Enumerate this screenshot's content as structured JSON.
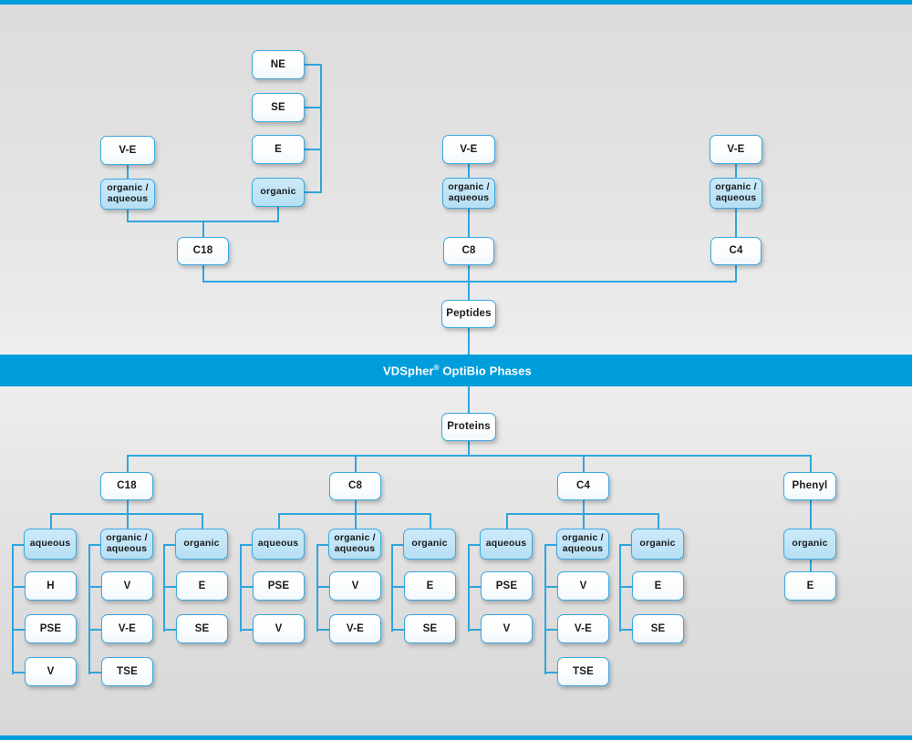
{
  "banner": {
    "brand": "VDSpher",
    "registered_mark": "®",
    "product": " OptiBio Phases",
    "full_text": "VDSpher® OptiBio Phases",
    "color": "#009ddc"
  },
  "colors": {
    "accent_blue": "#009ddc",
    "line_blue": "#2fa5dd",
    "box_border": "#3aa9e0",
    "box_fill_highlight": "#bde3f6",
    "box_fill_plain": "#ffffff",
    "background": "#e4e4e4",
    "text": "#1a1a1a"
  },
  "peptides": {
    "root_label": "Peptides",
    "branches": [
      {
        "phase": "C18",
        "modes": [
          {
            "mode": "organic / aqueous",
            "mode_line1": "organic /",
            "mode_line2": "aqueous",
            "highlight": true,
            "products": [
              "V-E"
            ]
          },
          {
            "mode": "organic",
            "highlight": true,
            "products": [
              "NE",
              "SE",
              "E"
            ]
          }
        ]
      },
      {
        "phase": "C8",
        "modes": [
          {
            "mode": "organic / aqueous",
            "mode_line1": "organic /",
            "mode_line2": "aqueous",
            "highlight": true,
            "products": [
              "V-E"
            ]
          }
        ]
      },
      {
        "phase": "C4",
        "modes": [
          {
            "mode": "organic / aqueous",
            "mode_line1": "organic /",
            "mode_line2": "aqueous",
            "highlight": true,
            "products": [
              "V-E"
            ]
          }
        ]
      }
    ]
  },
  "proteins": {
    "root_label": "Proteins",
    "branches": [
      {
        "phase": "C18",
        "modes": [
          {
            "mode": "aqueous",
            "highlight": true,
            "products": [
              "H",
              "PSE",
              "V"
            ]
          },
          {
            "mode": "organic / aqueous",
            "mode_line1": "organic /",
            "mode_line2": "aqueous",
            "highlight": true,
            "products": [
              "V",
              "V-E",
              "TSE"
            ]
          },
          {
            "mode": "organic",
            "highlight": true,
            "products": [
              "E",
              "SE"
            ]
          }
        ]
      },
      {
        "phase": "C8",
        "modes": [
          {
            "mode": "aqueous",
            "highlight": true,
            "products": [
              "PSE",
              "V"
            ]
          },
          {
            "mode": "organic / aqueous",
            "mode_line1": "organic /",
            "mode_line2": "aqueous",
            "highlight": true,
            "products": [
              "V",
              "V-E"
            ]
          },
          {
            "mode": "organic",
            "highlight": true,
            "products": [
              "E",
              "SE"
            ]
          }
        ]
      },
      {
        "phase": "C4",
        "modes": [
          {
            "mode": "aqueous",
            "highlight": true,
            "products": [
              "PSE",
              "V"
            ]
          },
          {
            "mode": "organic / aqueous",
            "mode_line1": "organic /",
            "mode_line2": "aqueous",
            "highlight": true,
            "products": [
              "V",
              "V-E",
              "TSE"
            ]
          },
          {
            "mode": "organic",
            "highlight": true,
            "products": [
              "E",
              "SE"
            ]
          }
        ]
      },
      {
        "phase": "Phenyl",
        "modes": [
          {
            "mode": "organic",
            "highlight": true,
            "products": [
              "E"
            ]
          }
        ]
      }
    ]
  },
  "nodes": {
    "pep_c18_ve": "V-E",
    "pep_c18_oa_l1": "organic /",
    "pep_c18_oa_l2": "aqueous",
    "pep_c18_ne": "NE",
    "pep_c18_se": "SE",
    "pep_c18_e": "E",
    "pep_c18_org": "organic",
    "pep_c18": "C18",
    "pep_c8_ve": "V-E",
    "pep_c8_oa_l1": "organic /",
    "pep_c8_oa_l2": "aqueous",
    "pep_c8": "C8",
    "pep_c4_ve": "V-E",
    "pep_c4_oa_l1": "organic /",
    "pep_c4_oa_l2": "aqueous",
    "pep_c4": "C4",
    "peptides": "Peptides",
    "proteins": "Proteins",
    "pro_c18": "C18",
    "pro_c8": "C8",
    "pro_c4": "C4",
    "pro_phenyl": "Phenyl",
    "aqueous": "aqueous",
    "organic": "organic",
    "oa_l1": "organic /",
    "oa_l2": "aqueous",
    "H": "H",
    "PSE": "PSE",
    "V": "V",
    "VE": "V-E",
    "TSE": "TSE",
    "E": "E",
    "SE": "SE"
  }
}
